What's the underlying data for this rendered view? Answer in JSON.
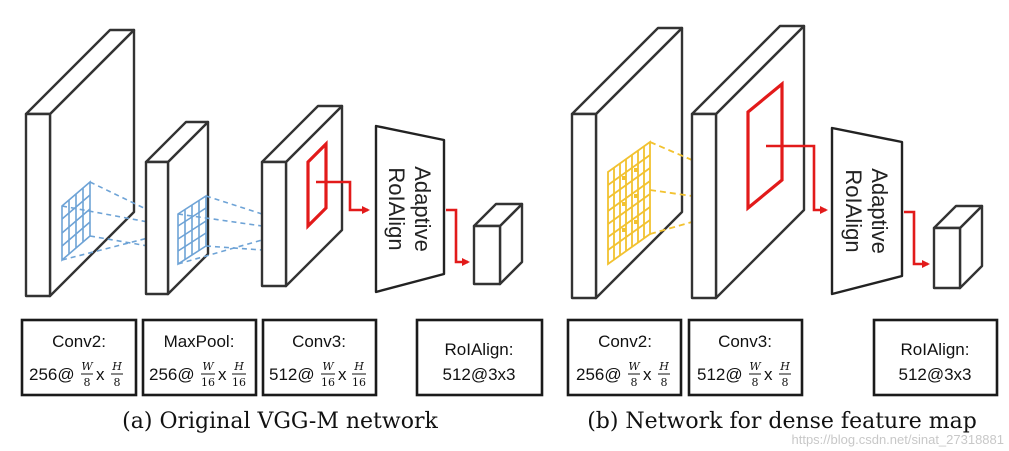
{
  "colors": {
    "grid_blue": "#6ea3d6",
    "grid_yellow": "#f2c230",
    "roi_red": "#e21a1a",
    "outline": "#333333"
  },
  "panel_a": {
    "caption": "(a) Original VGG-M network",
    "adaptive_label_1": "Adaptive",
    "adaptive_label_2": "RoIAlign",
    "boxes": {
      "conv2": {
        "title": "Conv2:",
        "prefix": "256@",
        "w": "W",
        "w_den": "8",
        "x": "x",
        "h": "H",
        "h_den": "8"
      },
      "maxpool": {
        "title": "MaxPool:",
        "prefix": "256@",
        "w": "W",
        "w_den": "16",
        "x": "x",
        "h": "H",
        "h_den": "16"
      },
      "conv3": {
        "title": "Conv3:",
        "prefix": "512@",
        "w": "W",
        "w_den": "16",
        "x": "x",
        "h": "H",
        "h_den": "16"
      },
      "roialign": {
        "title": "RoIAlign:",
        "value": "512@3x3"
      }
    }
  },
  "panel_b": {
    "caption": "(b) Network for dense feature map",
    "adaptive_label_1": "Adaptive",
    "adaptive_label_2": "RoIAlign",
    "boxes": {
      "conv2": {
        "title": "Conv2:",
        "prefix": "256@",
        "w": "W",
        "w_den": "8",
        "x": "x",
        "h": "H",
        "h_den": "8"
      },
      "conv3": {
        "title": "Conv3:",
        "prefix": "512@",
        "w": "W",
        "w_den": "8",
        "x": "x",
        "h": "H",
        "h_den": "8"
      },
      "roialign": {
        "title": "RoIAlign:",
        "value": "512@3x3"
      }
    }
  },
  "watermark": "https://blog.csdn.net/sinat_27318881"
}
